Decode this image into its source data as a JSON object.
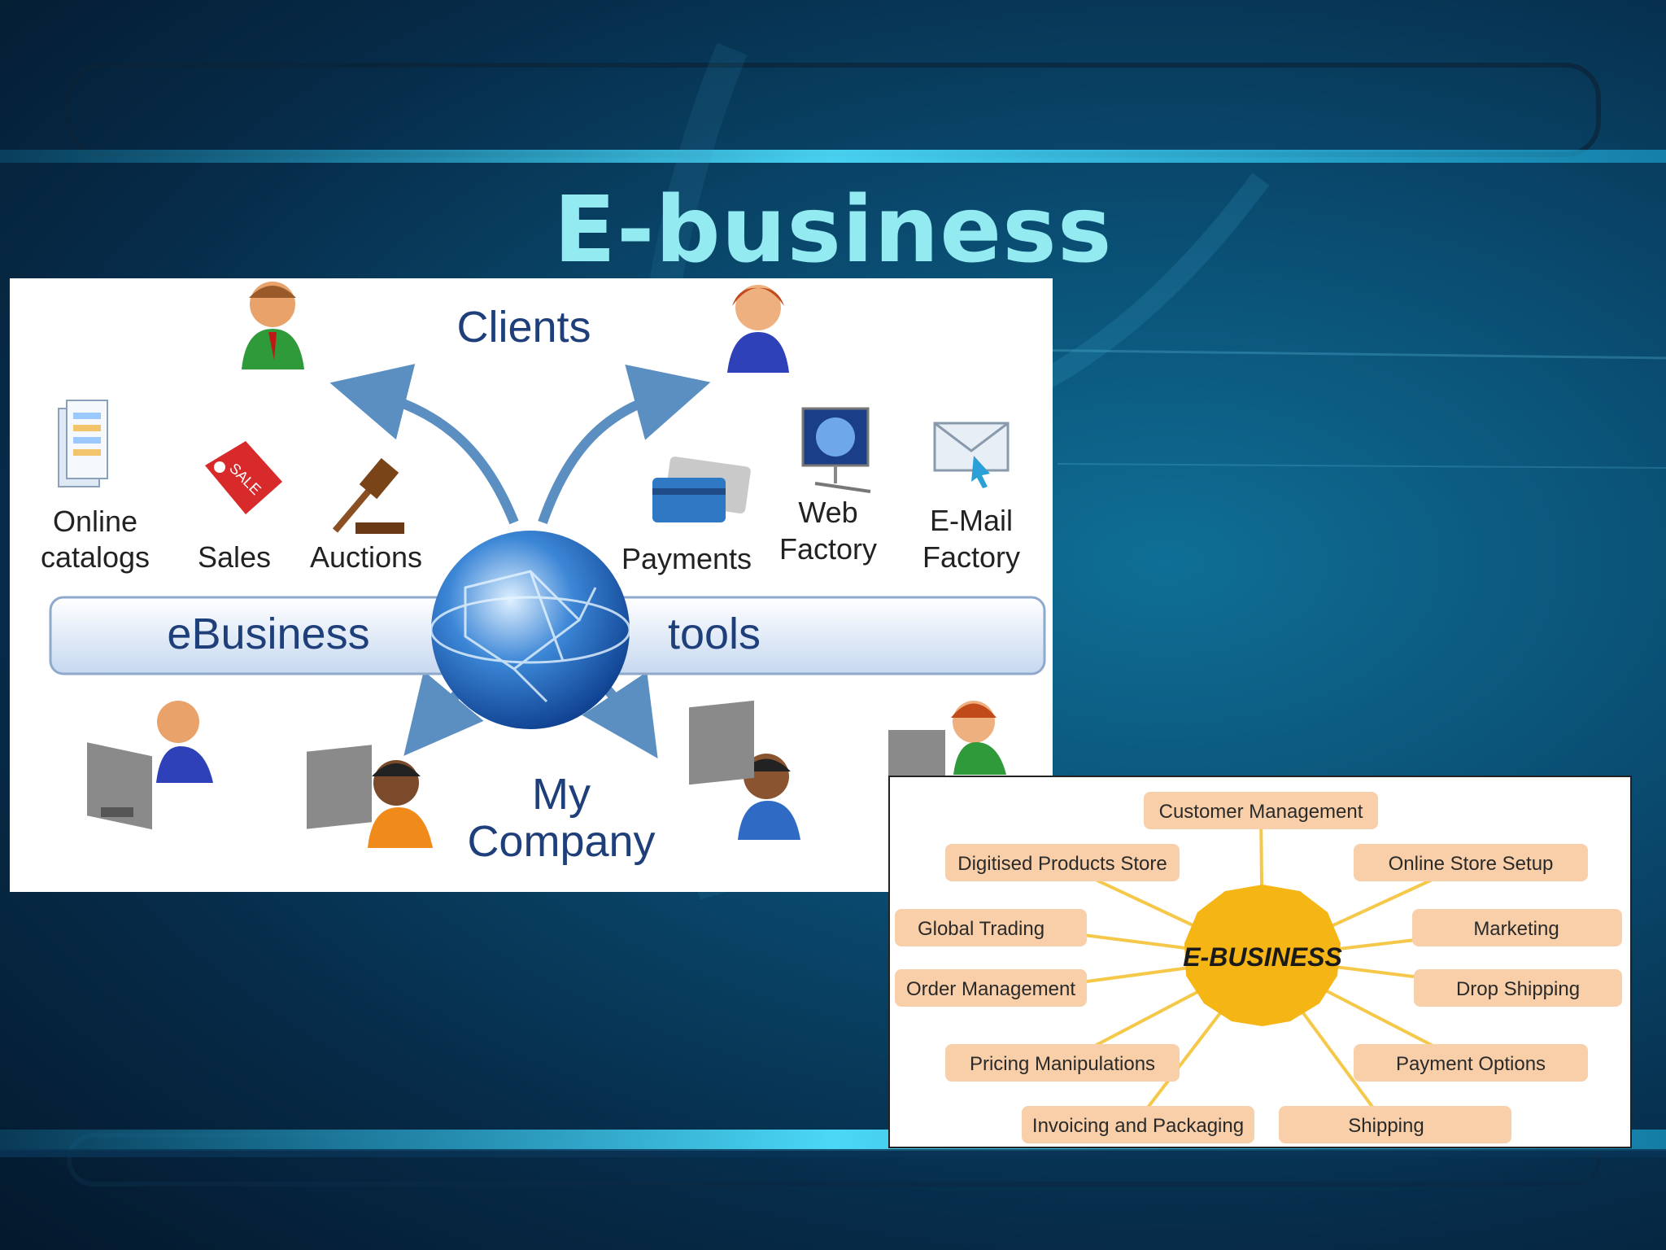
{
  "slide": {
    "title": "E-business"
  },
  "left_diagram": {
    "clients": "Clients",
    "company": [
      "My",
      "Company"
    ],
    "bar": {
      "left": "eBusiness",
      "right": "tools"
    },
    "tools": {
      "online_catalogs": [
        "Online",
        "catalogs"
      ],
      "sales": "Sales",
      "sale_tag": "SALE",
      "auctions": "Auctions",
      "payments": "Payments",
      "web_factory": [
        "Web",
        "Factory"
      ],
      "email_factory": [
        "E-Mail",
        "Factory"
      ]
    }
  },
  "right_diagram": {
    "center": "E-BUSINESS",
    "items": [
      "Customer Management",
      "Digitised Products Store",
      "Online Store Setup",
      "Global Trading",
      "Marketing",
      "Order Management",
      "Drop Shipping",
      "Pricing Manipulations",
      "Payment Options",
      "Invoicing and Packaging",
      "Shipping"
    ]
  },
  "colors": {
    "title": "#93eaf0",
    "pill": "#f8cfa8",
    "hub": "#f5b515",
    "arrow": "#5b8fc2"
  }
}
